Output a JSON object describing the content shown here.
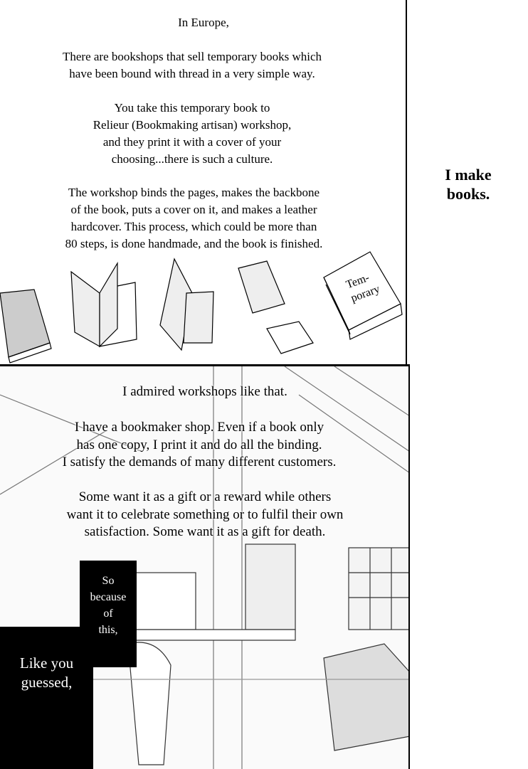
{
  "top_panel": {
    "heading": "In Europe,",
    "paragraph1": "There are bookshops that sell temporary books which\nhave been bound with thread in a very simple way.",
    "paragraph2": "You take this temporary book to\nRelieur (Bookmaking artisan) workshop,\nand they print it with a cover of your\nchoosing...there is such a culture.",
    "paragraph3": "The workshop binds the pages, makes the backbone\nof the book, puts a cover on it, and makes a leather\nhardcover. This process, which could be more than\n80 steps, is done handmade, and the book is finished.",
    "book_label": "Tem-\nporary"
  },
  "side_panel": {
    "text": "I make\nbooks."
  },
  "bottom_panel": {
    "line1": "I admired workshops like that.",
    "paragraph2": "I have a bookmaker shop. Even if a book only\nhas one copy, I print it and do all the binding.\nI satisfy the demands of many different customers.",
    "paragraph3": "Some want it as a gift or a reward while others\nwant it to celebrate something or to fulfil their own\nsatisfaction. Some want it as a gift for death.",
    "box_small": "So\nbecause\nof\nthis,",
    "box_large": "Like you\nguessed,"
  }
}
